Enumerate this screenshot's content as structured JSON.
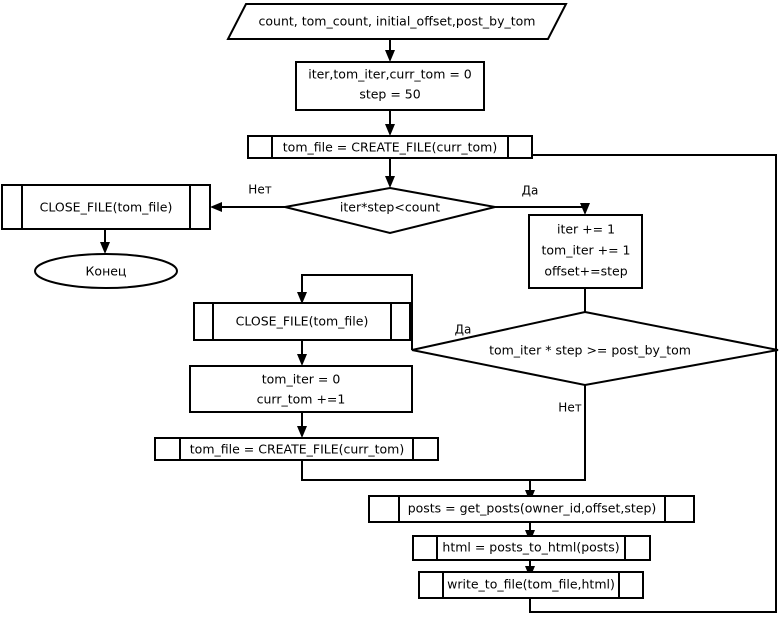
{
  "diagram": {
    "title": "flowchart",
    "language": "ru",
    "colors": {
      "stroke": "#000000",
      "fill": "#ffffff",
      "text": "#000000"
    },
    "nodes": {
      "input_params": {
        "label": "count, tom_count, initial_offset,post_by_tom",
        "shape": "parallelogram"
      },
      "init_vars_line1": {
        "label": "iter,tom_iter,curr_tom = 0"
      },
      "init_vars_line2": {
        "label": "step = 50"
      },
      "create_file_top": {
        "label": "tom_file = CREATE_FILE(curr_tom)",
        "shape": "predefined-process"
      },
      "decision_loop": {
        "label": "iter*step<count",
        "shape": "diamond"
      },
      "close_file_end": {
        "label": "CLOSE_FILE(tom_file)",
        "shape": "predefined-process"
      },
      "end_terminator": {
        "label": "Конец",
        "shape": "ellipse"
      },
      "increment_line1": {
        "label": "iter += 1"
      },
      "increment_line2": {
        "label": "tom_iter += 1"
      },
      "increment_line3": {
        "label": "offset+=step"
      },
      "decision_rollover": {
        "label": "tom_iter * step >= post_by_tom",
        "shape": "diamond"
      },
      "close_file_mid": {
        "label": "CLOSE_FILE(tom_file)",
        "shape": "predefined-process"
      },
      "reset_line1": {
        "label": "tom_iter = 0"
      },
      "reset_line2": {
        "label": "curr_tom +=1"
      },
      "create_file_mid": {
        "label": "tom_file = CREATE_FILE(curr_tom)",
        "shape": "predefined-process"
      },
      "get_posts": {
        "label": "posts = get_posts(owner_id,offset,step)",
        "shape": "predefined-process"
      },
      "posts_to_html": {
        "label": "html = posts_to_html(posts)",
        "shape": "predefined-process"
      },
      "write_to_file": {
        "label": "write_to_file(tom_file,html)",
        "shape": "predefined-process"
      }
    },
    "edge_labels": {
      "loop_no": "Нет",
      "loop_yes": "Да",
      "rollover_yes": "Да",
      "rollover_no": "Нет"
    }
  }
}
